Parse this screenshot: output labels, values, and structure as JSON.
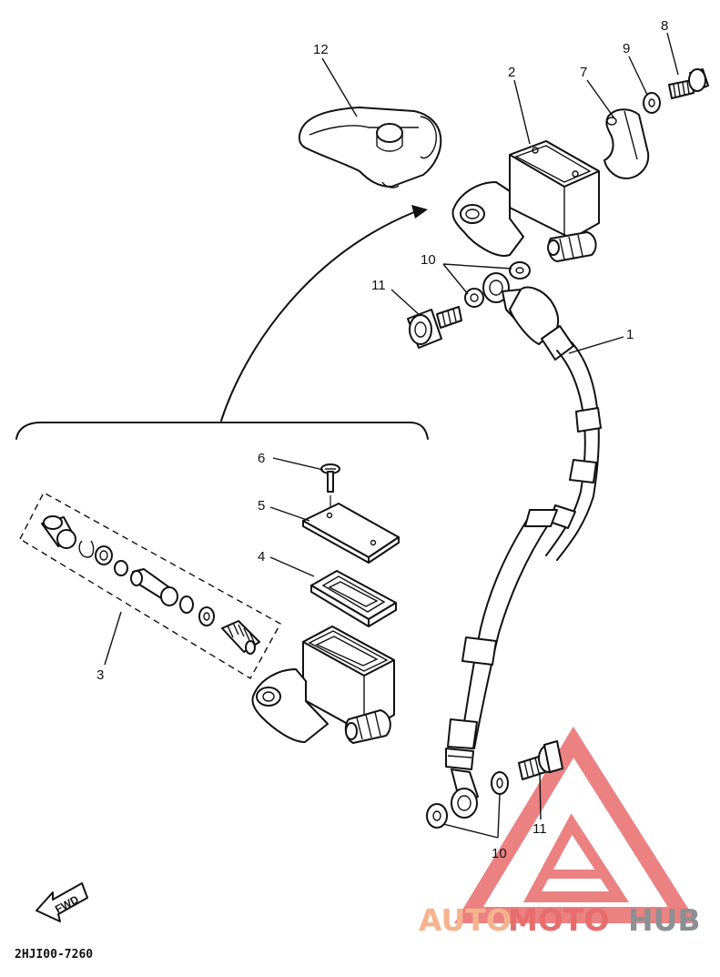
{
  "callouts": {
    "c1": "1",
    "c2": "2",
    "c3": "3",
    "c4": "4",
    "c5": "5",
    "c6": "6",
    "c7": "7",
    "c8": "8",
    "c9": "9",
    "c10_top": "10",
    "c10_bottom": "10",
    "c11_top": "11",
    "c11_bottom": "11",
    "c12": "12"
  },
  "fwd_label": "FWD",
  "diagram_code": "2HJI00-7260",
  "watermark": {
    "part1": "AUTO",
    "part2": "MOTO",
    "part3": "HUB"
  },
  "colors": {
    "line": "#111111",
    "watermark_triangle": "#e86c6c",
    "watermark_auto": "#f6b48e",
    "watermark_hub": "#8b9095"
  }
}
